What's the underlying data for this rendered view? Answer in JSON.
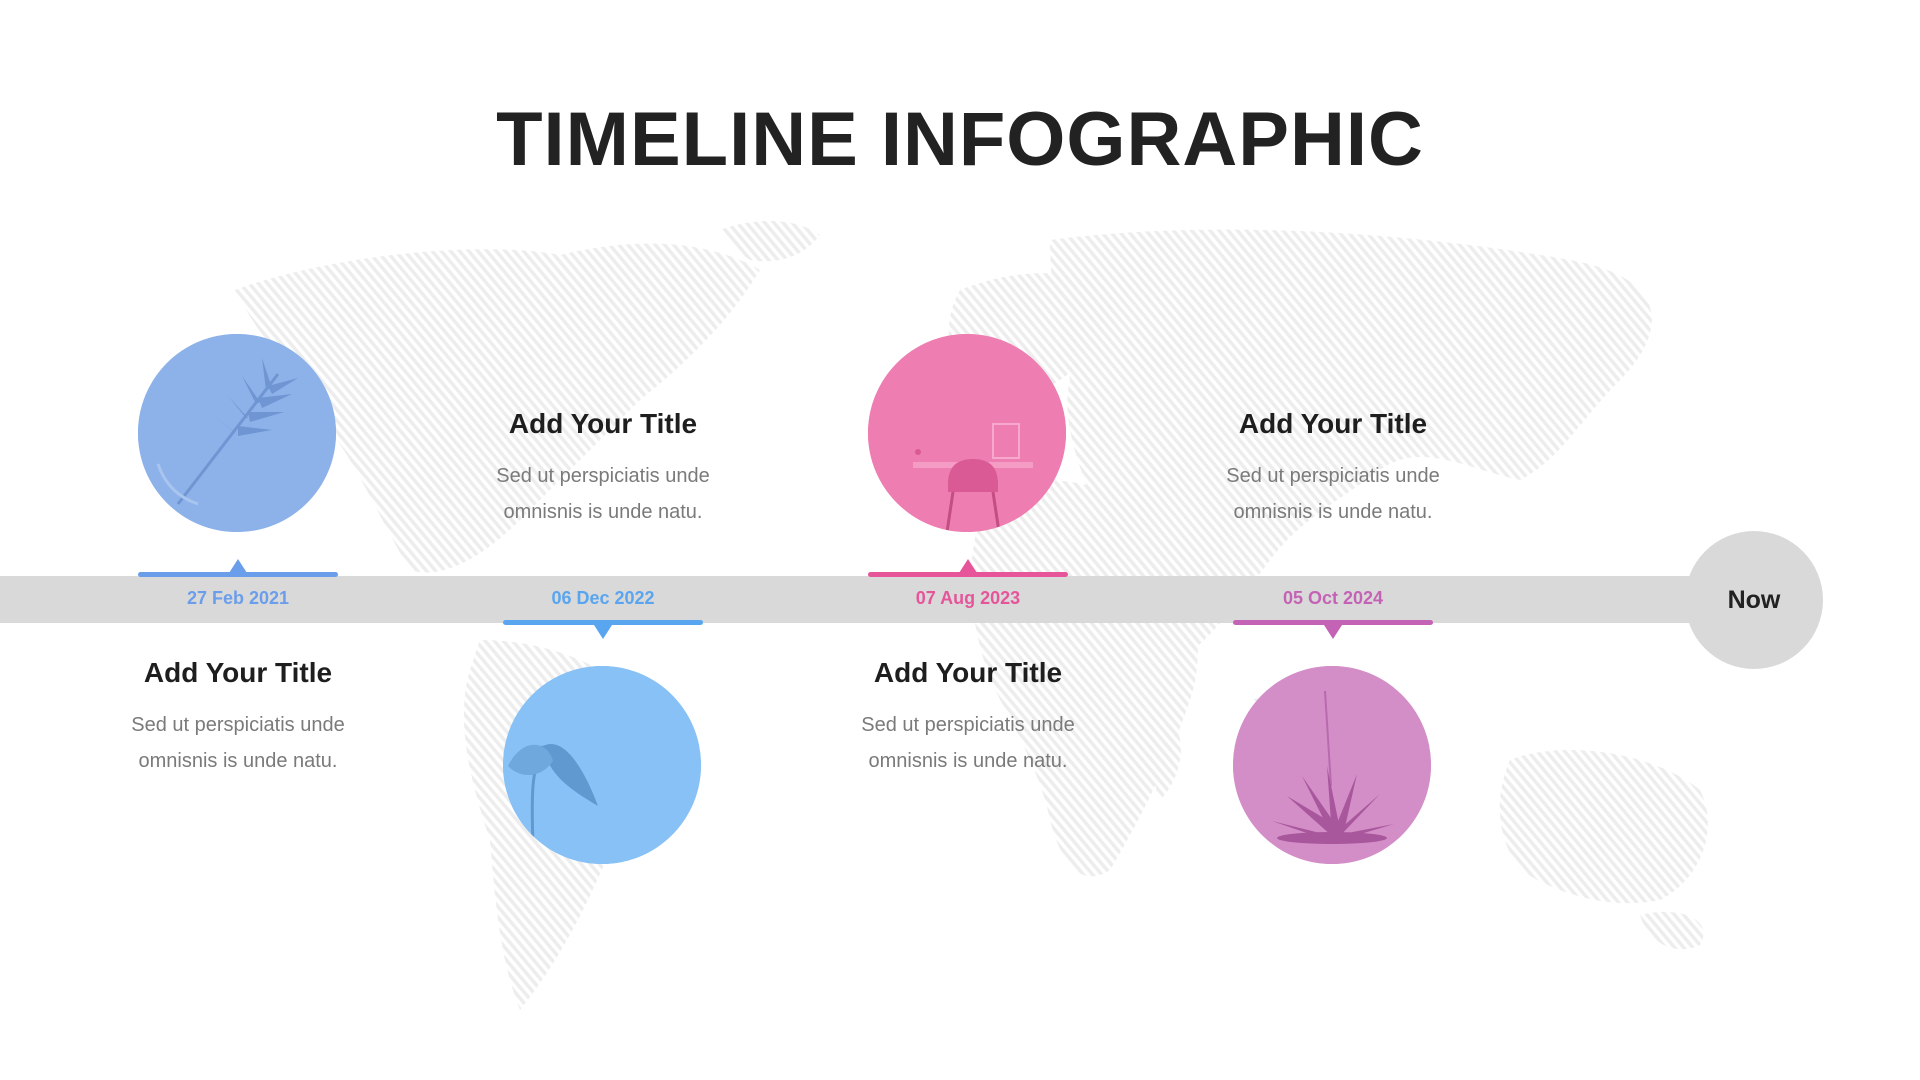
{
  "title": "TIMELINE INFOGRAPHIC",
  "now_label": "Now",
  "milestones": [
    {
      "date": "27 Feb 2021",
      "title": "Add Your Title",
      "desc": "Sed ut perspiciatis unde omnisnis is unde natu.",
      "color": "#8db2ea",
      "accent": "#6b9eea",
      "image_icon": "palm-leaf-icon"
    },
    {
      "date": "06 Dec 2022",
      "title": "Add Your Title",
      "desc": "Sed ut perspiciatis unde omnisnis is unde natu.",
      "color": "#88c1f5",
      "accent": "#5aa5ef",
      "image_icon": "plant-leaf-icon"
    },
    {
      "date": "07 Aug 2023",
      "title": "Add Your Title",
      "desc": "Sed ut perspiciatis unde omnisnis is unde natu.",
      "color": "#ee7eb1",
      "accent": "#e6559a",
      "image_icon": "chair-icon"
    },
    {
      "date": "05 Oct 2024",
      "title": "Add Your Title",
      "desc": "Sed ut perspiciatis unde omnisnis is unde natu.",
      "color": "#d38ec8",
      "accent": "#c463b6",
      "image_icon": "succulent-icon"
    }
  ]
}
